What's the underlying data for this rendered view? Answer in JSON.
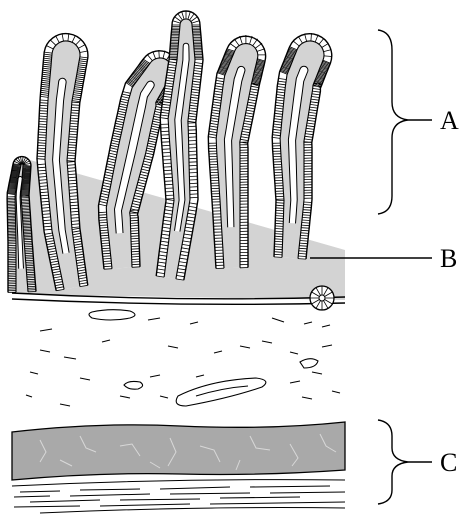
{
  "labels": {
    "a": "A",
    "b": "B",
    "c": "C"
  },
  "colors": {
    "tissue_gray": "#d3d3d3",
    "muscle_gray": "#a9a9a9",
    "line": "#000000"
  }
}
